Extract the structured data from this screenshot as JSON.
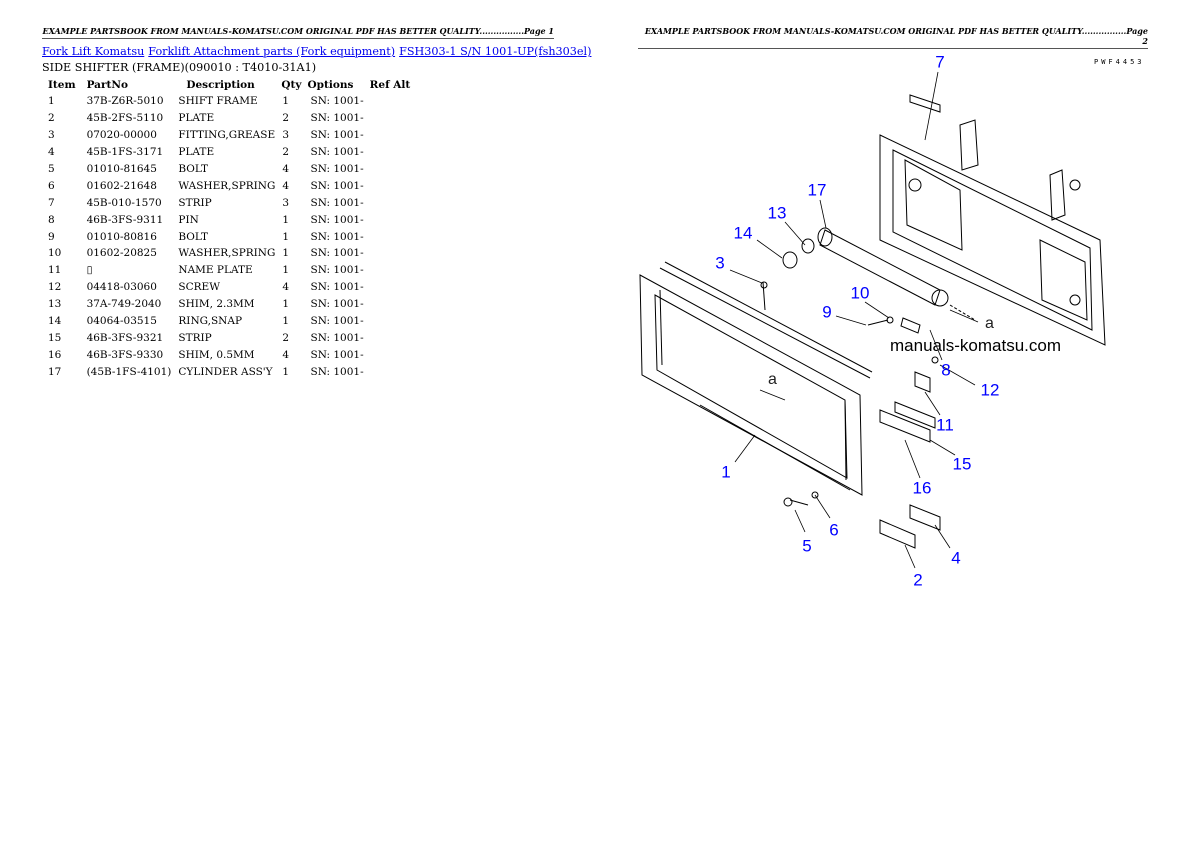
{
  "page1_header": "EXAMPLE PARTSBOOK FROM MANUALS-KOMATSU.COM ORIGINAL PDF HAS BETTER QUALITY................Page 1",
  "page2_header": "EXAMPLE PARTSBOOK FROM MANUALS-KOMATSU.COM ORIGINAL PDF HAS BETTER QUALITY................Page 2",
  "breadcrumbs": [
    "Fork Lift Komatsu",
    "Forklift Attachment parts (Fork equipment)",
    "FSH303-1 S/N 1001-UP(fsh303el)"
  ],
  "subtitle": "SIDE SHIFTER (FRAME)(090010 : T4010-31A1)",
  "columns": [
    "Item",
    "PartNo",
    "Description",
    "Qty",
    "Options",
    "Ref Alt"
  ],
  "rows": [
    [
      "1",
      "37B-Z6R-5010",
      "SHIFT FRAME",
      "1",
      "SN: 1001-",
      ""
    ],
    [
      "2",
      "45B-2FS-5110",
      "PLATE",
      "2",
      "SN: 1001-",
      ""
    ],
    [
      "3",
      "07020-00000",
      "FITTING,GREASE",
      "3",
      "SN: 1001-",
      ""
    ],
    [
      "4",
      "45B-1FS-3171",
      "PLATE",
      "2",
      "SN: 1001-",
      ""
    ],
    [
      "5",
      "01010-81645",
      "BOLT",
      "4",
      "SN: 1001-",
      ""
    ],
    [
      "6",
      "01602-21648",
      "WASHER,SPRING",
      "4",
      "SN: 1001-",
      ""
    ],
    [
      "7",
      "45B-010-1570",
      "STRIP",
      "3",
      "SN: 1001-",
      ""
    ],
    [
      "8",
      "46B-3FS-9311",
      "PIN",
      "1",
      "SN: 1001-",
      ""
    ],
    [
      "9",
      "01010-80816",
      "BOLT",
      "1",
      "SN: 1001-",
      ""
    ],
    [
      "10",
      "01602-20825",
      "WASHER,SPRING",
      "1",
      "SN: 1001-",
      ""
    ],
    [
      "11",
      "▯",
      "NAME PLATE",
      "1",
      "SN: 1001-",
      ""
    ],
    [
      "12",
      "04418-03060",
      "SCREW",
      "4",
      "SN: 1001-",
      ""
    ],
    [
      "13",
      "37A-749-2040",
      "SHIM, 2.3MM",
      "1",
      "SN: 1001-",
      ""
    ],
    [
      "14",
      "04064-03515",
      "RING,SNAP",
      "1",
      "SN: 1001-",
      ""
    ],
    [
      "15",
      "46B-3FS-9321",
      "STRIP",
      "2",
      "SN: 1001-",
      ""
    ],
    [
      "16",
      "46B-3FS-9330",
      "SHIM, 0.5MM",
      "4",
      "SN: 1001-",
      ""
    ],
    [
      "17",
      "(45B-1FS-4101)",
      "CYLINDER ASS'Y",
      "1",
      "SN: 1001-",
      ""
    ]
  ],
  "diagram": {
    "code": "PWF4453",
    "watermark": "manuals-komatsu.com",
    "ref_label": "a",
    "callout_color": "#0000ff",
    "callouts": [
      "7",
      "17",
      "13",
      "14",
      "3",
      "10",
      "9",
      "8",
      "12",
      "11",
      "15",
      "1",
      "16",
      "6",
      "5",
      "4",
      "2"
    ]
  }
}
